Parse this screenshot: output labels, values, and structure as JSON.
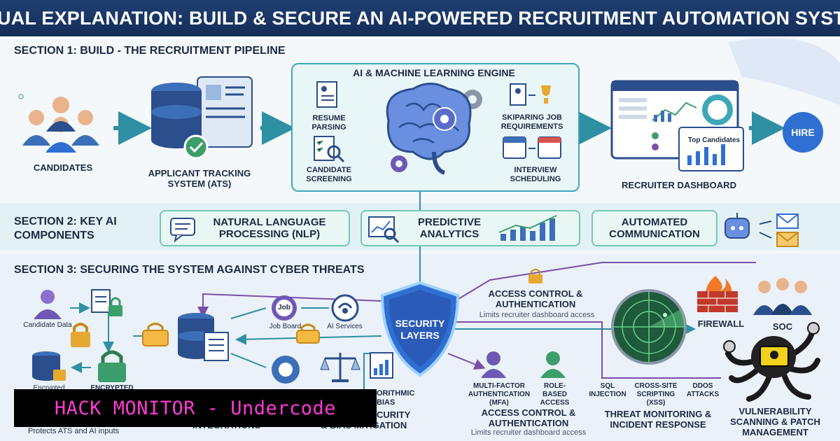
{
  "title": "VISUAL EXPLANATION: BUILD & SECURE AN AI-POWERED RECRUITMENT AUTOMATION SYSTEM",
  "section1": {
    "title": "SECTION 1: BUILD - THE RECRUITMENT PIPELINE",
    "candidates": "CANDIDATES",
    "ats": "APPLICANT TRACKING SYSTEM (ATS)",
    "engine_title": "AI & MACHINE LEARNING ENGINE",
    "resume_parsing": "RESUME PARSING",
    "candidate_screening": "CANDIDATE SCREENING",
    "comparing": "SKIPARING JOB REQUIREMENTS",
    "interview": "INTERVIEW SCHEDULING",
    "dashboard": "RECRUITER DASHBOARD",
    "top_candidates": "Top Candidates",
    "hire": "HIRE"
  },
  "section2": {
    "title": "SECTION 2: KEY AI COMPONENTS",
    "nlp": "NATURAL LANGUAGE PROCESSING (NLP)",
    "predictive": "PREDICTIVE ANALYTICS",
    "communication": "AUTOMATED COMMUNICATION"
  },
  "section3": {
    "title": "SECTION 3: SECURING THE SYSTEM AGAINST CYBER THREATS",
    "candidate_data": "Candidate Data",
    "encrypted_a": "Encrypted",
    "encrypted_b": "ENCRYPTED",
    "protects": "Protects ATS and AI inputs",
    "job_board": "Job Board",
    "job": "Job",
    "ai_services": "AI Services",
    "integrations": "INTEGRATIONS",
    "algorithmic_bias": "ORITHMIC BIAS",
    "bias_mitigation": "& BIAS MITIGATION",
    "security_label": "CURITY",
    "security_layers": "SECURITY LAYERS",
    "access_top": "ACCESS CONTROL & AUTHENTICATION",
    "access_top_sub": "Limits recruiter dashboard access",
    "mfa": "MULTI-FACTOR AUTHENTICATION (MFA)",
    "rbac": "ROLE-BASED ACCESS",
    "access_bottom": "ACCESS CONTROL & AUTHENTICATION",
    "access_bottom_sub": "Limits recruiter dashboard access",
    "sql_injection": "SQL INJECTION",
    "xss": "CROSS-SITE SCRIPTING (XSS)",
    "ddos": "DDOS ATTACKS",
    "threat": "THREAT MONITORING & INCIDENT RESPONSE",
    "firewall": "FIREWALL",
    "soc": "SOC",
    "vulnerability": "VULNERABILITY SCANNING & PATCH MANAGEMENT"
  },
  "watermark": "HACK MONITOR - Undercode",
  "colors": {
    "banner": "#1f3f73",
    "accent_teal": "#3fa7b8",
    "shield_blue": "#2f6fd1",
    "watermark_text": "#ff3ad4"
  }
}
